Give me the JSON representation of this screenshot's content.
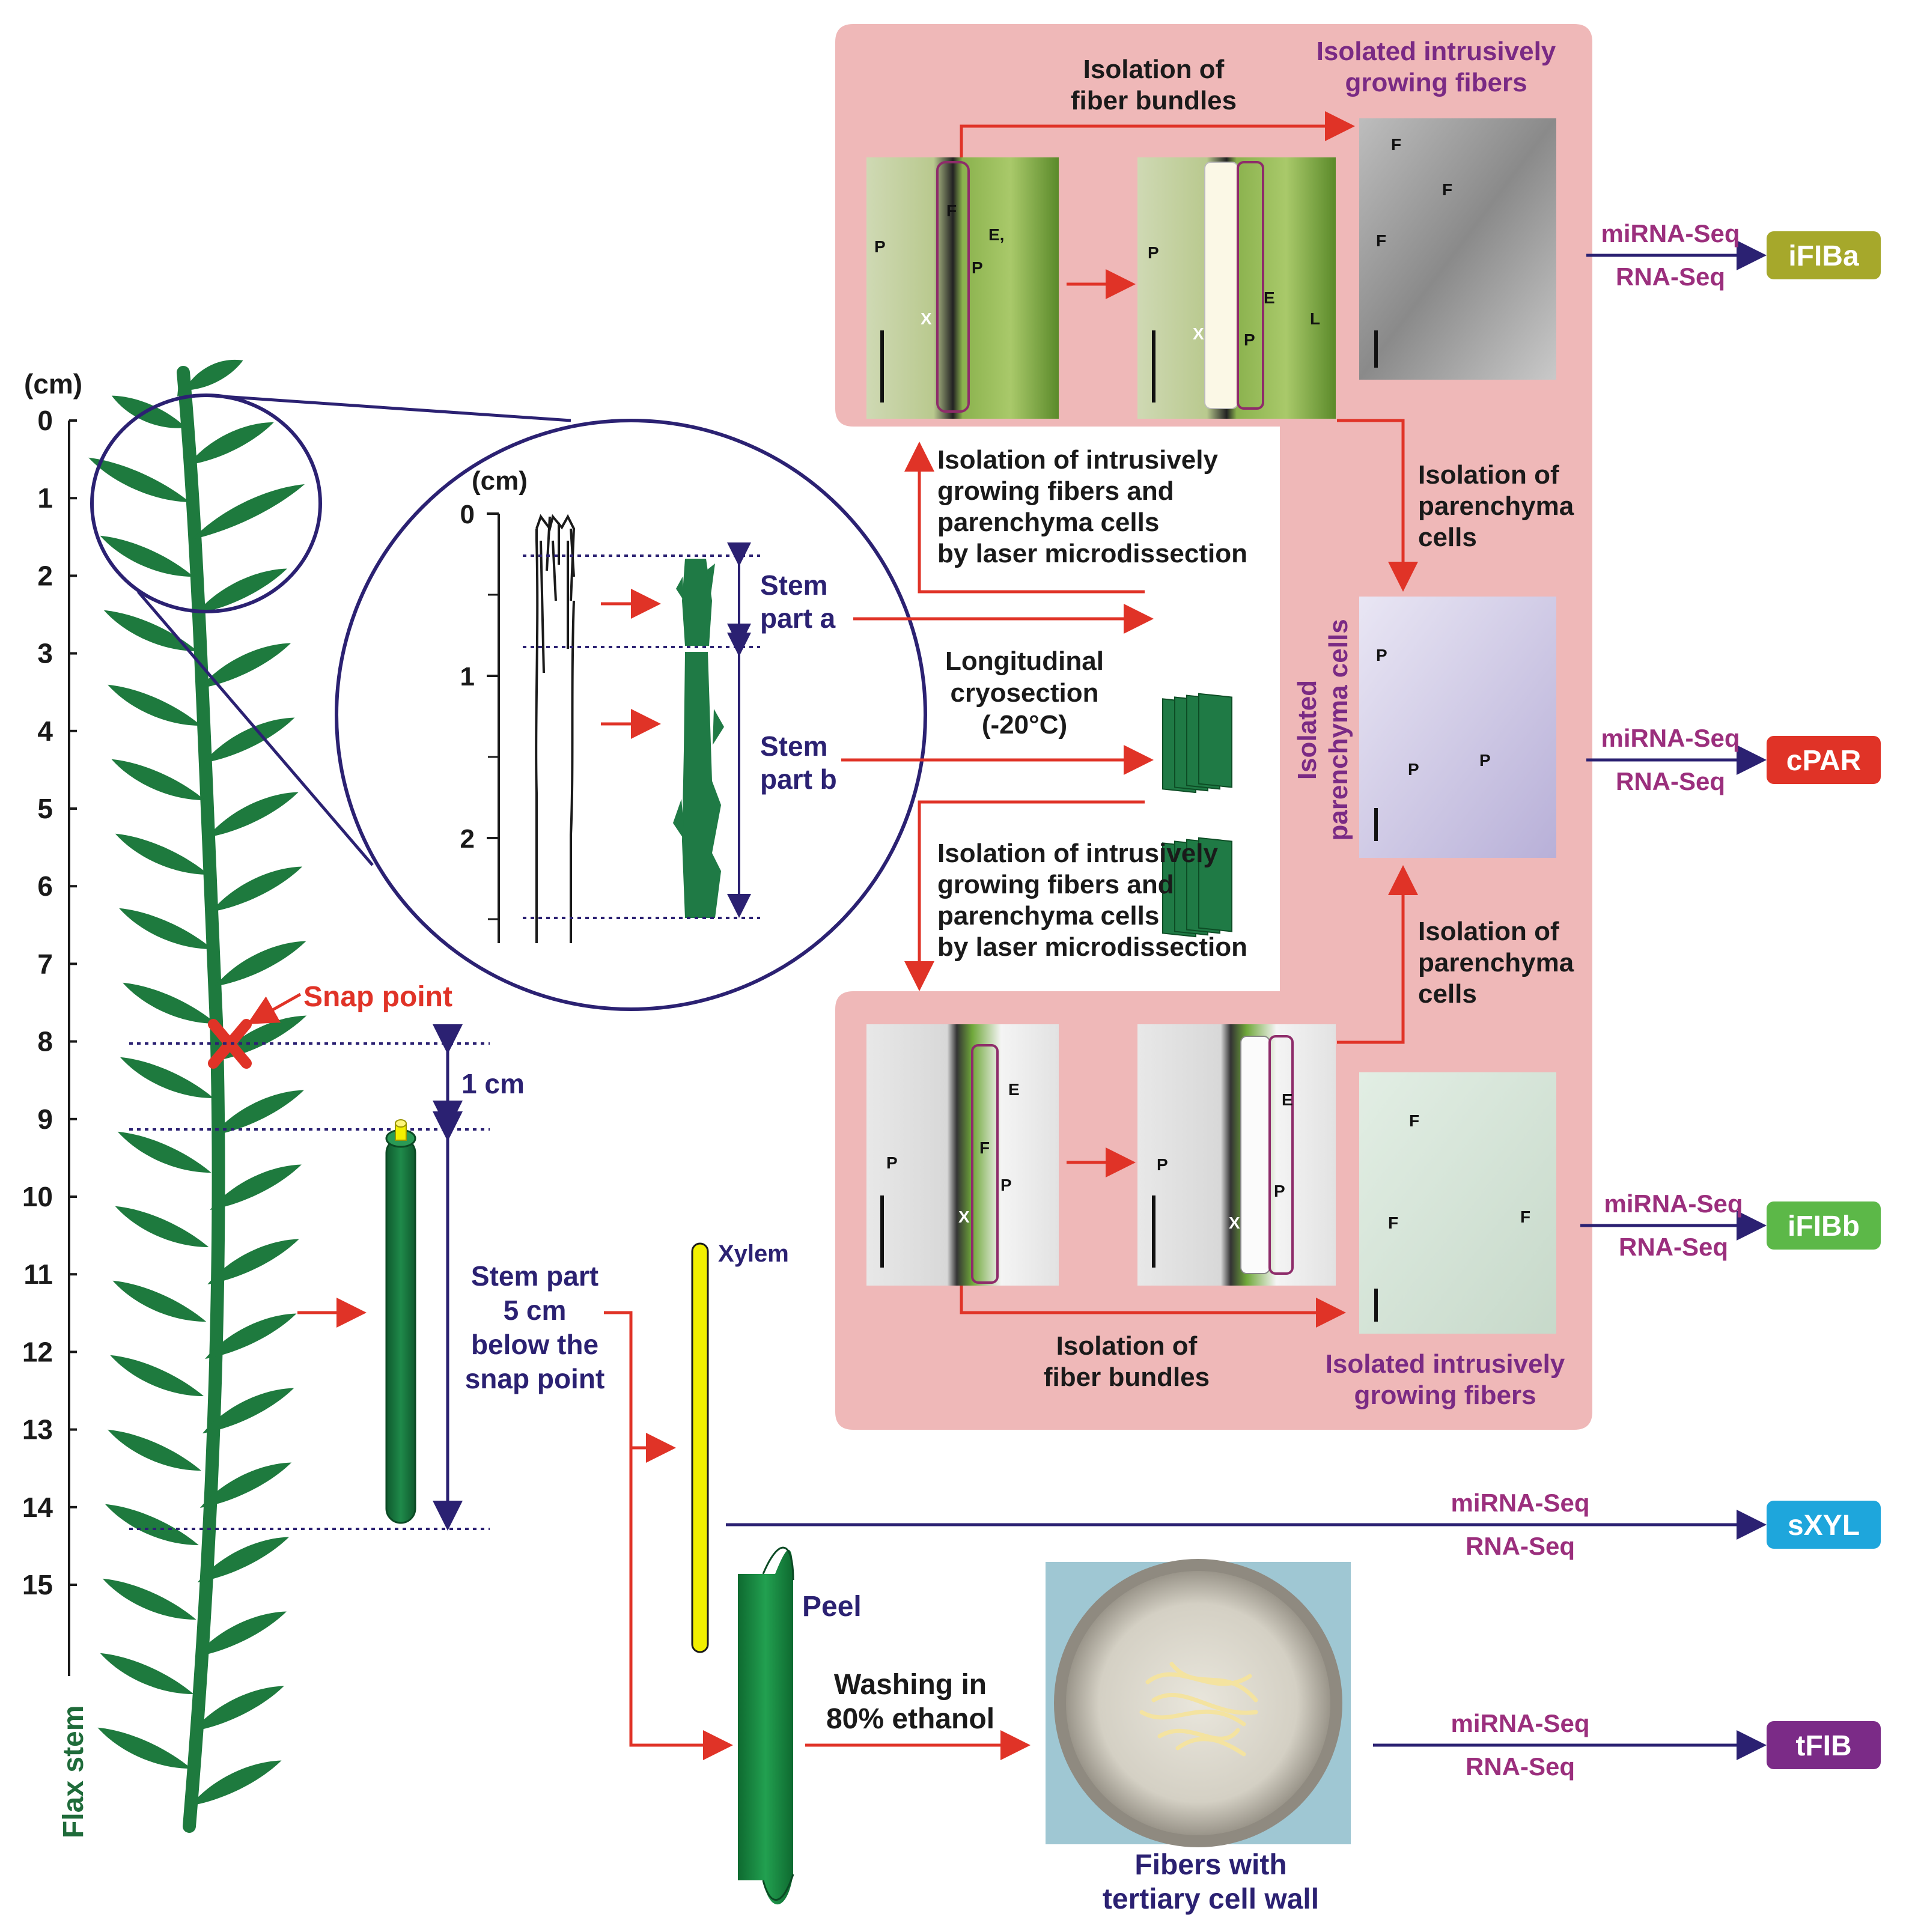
{
  "axis": {
    "unit": "(cm)",
    "ticks": [
      "0",
      "1",
      "2",
      "3",
      "4",
      "5",
      "6",
      "7",
      "8",
      "9",
      "10",
      "11",
      "12",
      "13",
      "14",
      "15"
    ],
    "title": "Flax stem"
  },
  "inset": {
    "unit": "(cm)",
    "ticks": [
      "0",
      "1",
      "2"
    ],
    "stem_part_a": [
      "Stem",
      "part a"
    ],
    "stem_part_b": [
      "Stem",
      "part b"
    ]
  },
  "labels": {
    "snap_point": "Snap point",
    "one_cm": "1 cm",
    "stem_part_below": [
      "Stem part",
      "5 cm",
      "below the",
      "snap point"
    ],
    "xylem": "Xylem",
    "peel": "Peel",
    "washing": [
      "Washing in",
      "80% ethanol"
    ],
    "fibers_tertiary": [
      "Fibers with",
      "tertiary cell wall"
    ],
    "cryosection": [
      "Longitudinal",
      "cryosection",
      "(-20°C)"
    ],
    "laser_top": [
      "Isolation of intrusively",
      "growing fibers and",
      "parenchyma cells",
      "by laser microdissection"
    ],
    "laser_bottom": [
      "Isolation of intrusively",
      "growing fibers and",
      "parenchyma cells",
      "by laser microdissection"
    ],
    "isolation_fiber_bundles_top": [
      "Isolation of",
      "fiber bundles"
    ],
    "isolation_fiber_bundles_bottom": [
      "Isolation of",
      "fiber bundles"
    ],
    "isolated_fibers_top": [
      "Isolated intrusively",
      "growing fibers"
    ],
    "isolated_fibers_bottom": [
      "Isolated intrusively",
      "growing fibers"
    ],
    "isolation_parenchyma_top": [
      "Isolation of",
      "parenchyma",
      "cells"
    ],
    "isolation_parenchyma_bottom": [
      "Isolation of",
      "parenchyma",
      "cells"
    ],
    "isolated_parenchyma": [
      "Isolated",
      "parenchyma cells"
    ]
  },
  "micrograph_letters": {
    "a1": [
      "P",
      "F",
      "E,",
      "P",
      "X"
    ],
    "a2": [
      "P",
      "E",
      "P",
      "L",
      "X"
    ],
    "a3": [
      "F",
      "F",
      "F"
    ],
    "par": [
      "P",
      "P",
      "P"
    ],
    "b1": [
      "P",
      "F",
      "E",
      "P",
      "X"
    ],
    "b2": [
      "P",
      "E",
      "P",
      "X"
    ],
    "b3": [
      "F",
      "F",
      "F"
    ]
  },
  "outputs": [
    {
      "seq1": "miRNA-Seq",
      "seq2": "RNA-Seq",
      "badge": "iFIBa",
      "color": "#a6a82b"
    },
    {
      "seq1": "miRNA-Seq",
      "seq2": "RNA-Seq",
      "badge": "cPAR",
      "color": "#e03327"
    },
    {
      "seq1": "miRNA-Seq",
      "seq2": "RNA-Seq",
      "badge": "iFIBb",
      "color": "#5cb848"
    },
    {
      "seq1": "miRNA-Seq",
      "seq2": "RNA-Seq",
      "badge": "sXYL",
      "color": "#1ea6dc"
    },
    {
      "seq1": "miRNA-Seq",
      "seq2": "RNA-Seq",
      "badge": "tFIB",
      "color": "#7b2b87"
    }
  ],
  "colors": {
    "panel_bg": "#efb8b8",
    "arrow_red": "#e03327",
    "navy": "#2b2172",
    "stem_green": "#1f7a45",
    "leaf_green": "#1e7a3e",
    "xylem_yellow": "#f2f000"
  }
}
